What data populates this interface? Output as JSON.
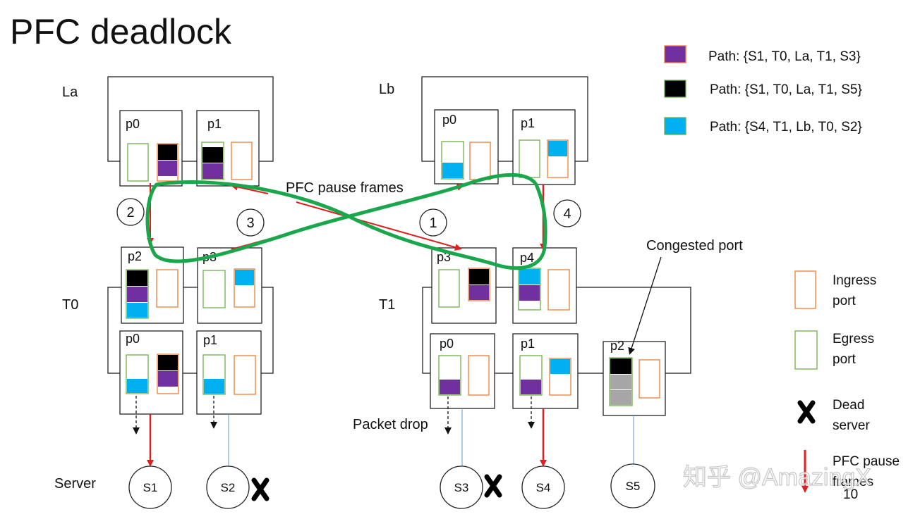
{
  "slide": {
    "title": "PFC deadlock",
    "page_number": "10",
    "watermark": "知乎 @AmazingX"
  },
  "switches": {
    "la": "La",
    "lb": "Lb",
    "t0": "T0",
    "t1": "T1"
  },
  "ports": {
    "la_p0": "p0",
    "la_p1": "p1",
    "lb_p0": "p0",
    "lb_p1": "p1",
    "t0_p2": "p2",
    "t0_p3": "p3",
    "t0_p0": "p0",
    "t0_p1": "p1",
    "t1_p3": "p3",
    "t1_p4": "p4",
    "t1_p0": "p0",
    "t1_p1": "p1",
    "t1_p2": "p2"
  },
  "servers": {
    "row_label": "Server",
    "s1": "S1",
    "s2": "S2",
    "s3": "S3",
    "s4": "S4",
    "s5": "S5"
  },
  "steps": [
    "1",
    "2",
    "3",
    "4"
  ],
  "annotations": {
    "pfc_pause_frames": "PFC pause frames",
    "congested_port": "Congested port",
    "packet_drop": "Packet drop"
  },
  "legend": {
    "paths": [
      {
        "label": "Path: {S1, T0, La, T1, S3}",
        "color": "#7030a0"
      },
      {
        "label": "Path: {S1, T0, La, T1, S5}",
        "color": "#000000"
      },
      {
        "label": "Path: {S4, T1, Lb, T0, S2}",
        "color": "#00b0f0"
      }
    ],
    "ingress": {
      "line1": "Ingress",
      "line2": "port"
    },
    "egress": {
      "line1": "Egress",
      "line2": "port"
    },
    "dead": {
      "line1": "Dead",
      "line2": "server"
    },
    "pfc": {
      "line1": "PFC pause",
      "line2": "frames"
    }
  },
  "colors": {
    "purple": "#7030a0",
    "black": "#000000",
    "blue": "#00b0f0",
    "gray": "#a6a6a6",
    "ingress_border": "#ed7d31",
    "egress_border": "#70ad47",
    "pfc_red": "#e02020",
    "loop_green": "#1aa64a",
    "link_blue": "#5b9bd5"
  }
}
